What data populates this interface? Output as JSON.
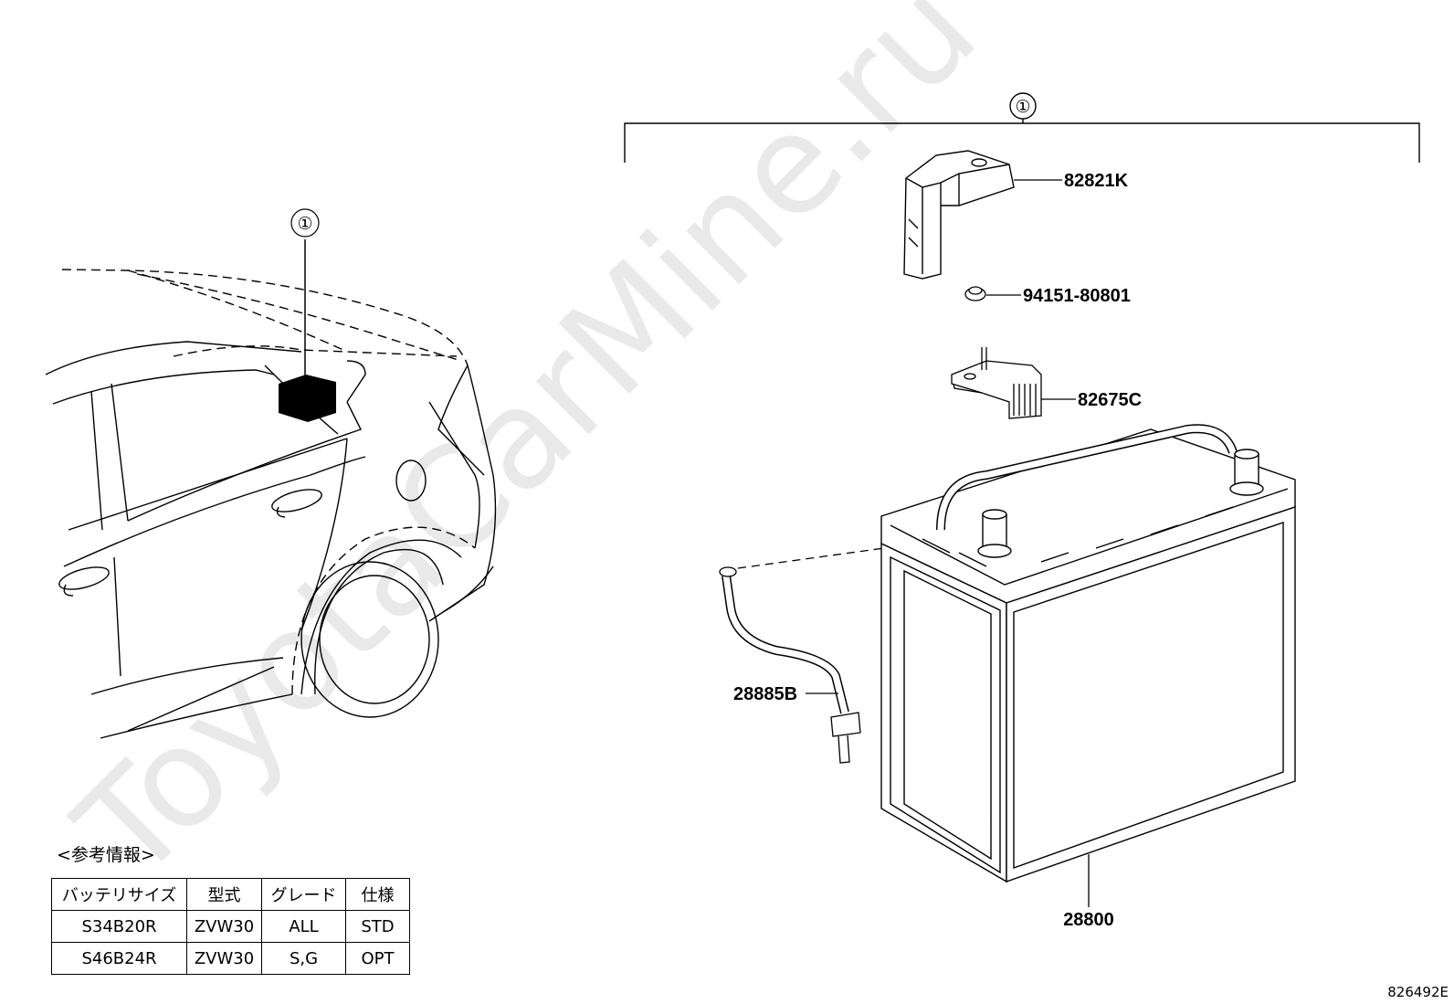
{
  "watermark": "ToyotaCarMine.ru",
  "assembly_marker": "①",
  "location_marker": "①",
  "parts": [
    {
      "id": "p1",
      "number": "82821K"
    },
    {
      "id": "p2",
      "number": "94151-80801"
    },
    {
      "id": "p3",
      "number": "82675C"
    },
    {
      "id": "p4",
      "number": "28885B"
    },
    {
      "id": "p5",
      "number": "28800"
    }
  ],
  "reference": {
    "title": "<参考情報>",
    "headers": [
      "バッテリサイズ",
      "型式",
      "グレード",
      "仕様"
    ],
    "rows": [
      [
        "S34B20R",
        "ZVW30",
        "ALL",
        "STD"
      ],
      [
        "S46B24R",
        "ZVW30",
        "S,G",
        "OPT"
      ]
    ]
  },
  "image_id": "826492E"
}
